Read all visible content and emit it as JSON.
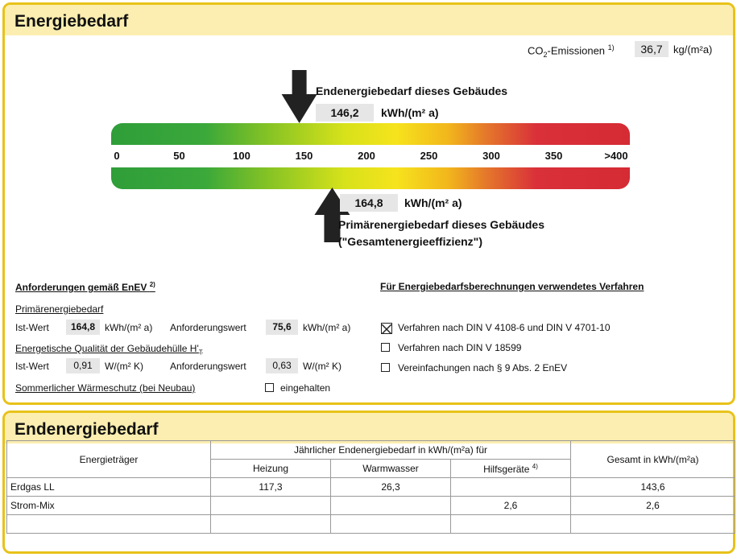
{
  "panel1": {
    "title": "Energiebedarf",
    "co2": {
      "label": "CO",
      "sub": "2",
      "label_suffix": "-Emissionen",
      "footnote": "1)",
      "value": "36,7",
      "unit": "kg/(m²a)"
    },
    "endenergie": {
      "label": "Endenergiebedarf dieses Gebäudes",
      "value": "146,2",
      "unit": "kWh/(m² a)",
      "marker": 146.2
    },
    "primaer": {
      "label_line1": "Primärenergiebedarf dieses Gebäudes",
      "label_line2": "(\"Gesamtenergieeffizienz\")",
      "value": "164,8",
      "unit": "kWh/(m² a)",
      "marker": 164.8
    },
    "scale": {
      "ticks": [
        "0",
        "50",
        "100",
        "150",
        "200",
        "250",
        "300",
        "350",
        ">400"
      ],
      "min": 0,
      "max": 400
    },
    "anforderungen": {
      "heading": "Anforderungen gemäß EnEV",
      "heading_footnote": "2)",
      "primaer_heading": "Primärenergiebedarf",
      "ist_label": "Ist-Wert",
      "ist_value": "164,8",
      "ist_unit": "kWh/(m² a)",
      "anf_label": "Anforderungswert",
      "anf_value": "75,6",
      "anf_unit": "kWh/(m² a)",
      "huelle_heading": "Energetische Qualität der Gebäudehülle H'",
      "huelle_sub": "T",
      "ist2_label": "Ist-Wert",
      "ist2_value": "0,91",
      "ist2_unit": "W/(m² K)",
      "anf2_label": "Anforderungswert",
      "anf2_value": "0,63",
      "anf2_unit": "W/(m² K)",
      "sommer_label": "Sommerlicher Wärmeschutz (bei Neubau)",
      "sommer_check": "eingehalten"
    },
    "verfahren": {
      "heading": "Für Energiebedarfsberechnungen verwendetes Verfahren",
      "options": [
        {
          "label": "Verfahren nach DIN V 4108-6 und DIN V 4701-10",
          "checked": true
        },
        {
          "label": "Verfahren nach DIN V 18599",
          "checked": false
        },
        {
          "label": "Vereinfachungen nach § 9 Abs. 2 EnEV",
          "checked": false
        }
      ]
    }
  },
  "panel2": {
    "title": "Endenergiebedarf",
    "table": {
      "col_energietraeger": "Energieträger",
      "col_group": "Jährlicher Endenergiebedarf in kWh/(m²a) für",
      "col_heizung": "Heizung",
      "col_warmwasser": "Warmwasser",
      "col_hilfsgeraete": "Hilfsgeräte",
      "col_hilfsgeraete_fn": "4)",
      "col_gesamt": "Gesamt in kWh/(m²a)",
      "rows": [
        {
          "traeger": "Erdgas LL",
          "heizung": "117,3",
          "warmwasser": "26,3",
          "hilfs": "",
          "gesamt": "143,6"
        },
        {
          "traeger": "Strom-Mix",
          "heizung": "",
          "warmwasser": "",
          "hilfs": "2,6",
          "gesamt": "2,6"
        },
        {
          "traeger": "",
          "heizung": "",
          "warmwasser": "",
          "hilfs": "",
          "gesamt": ""
        }
      ]
    }
  }
}
